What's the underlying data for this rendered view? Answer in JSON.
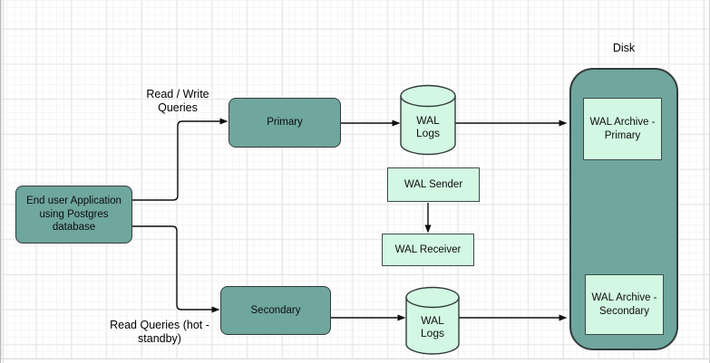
{
  "nodes": {
    "app": {
      "label": "End user Application using Postgres database"
    },
    "primary": {
      "label": "Primary"
    },
    "secondary": {
      "label": "Secondary"
    },
    "wal_logs_top": {
      "label": "WAL Logs"
    },
    "wal_logs_bottom": {
      "label": "WAL Logs"
    },
    "wal_sender": {
      "label": "WAL Sender"
    },
    "wal_receiver": {
      "label": "WAL Receiver"
    },
    "disk": {
      "label": "Disk"
    },
    "wal_archive_primary": {
      "label": "WAL Archive - Primary"
    },
    "wal_archive_secondary": {
      "label": "WAL Archive - Secondary"
    }
  },
  "edge_labels": {
    "read_write_queries": "Read / Write Queries",
    "read_queries_hot_standby": "Read Queries (hot - standby)"
  },
  "colors": {
    "node_teal": "#6fa69e",
    "node_mint": "#d2f8e3",
    "shape_border": "#333b3b",
    "arrow": "#0f0f0f",
    "grid_minor": "#f5f5f5",
    "grid_major": "#e6e6e6"
  }
}
